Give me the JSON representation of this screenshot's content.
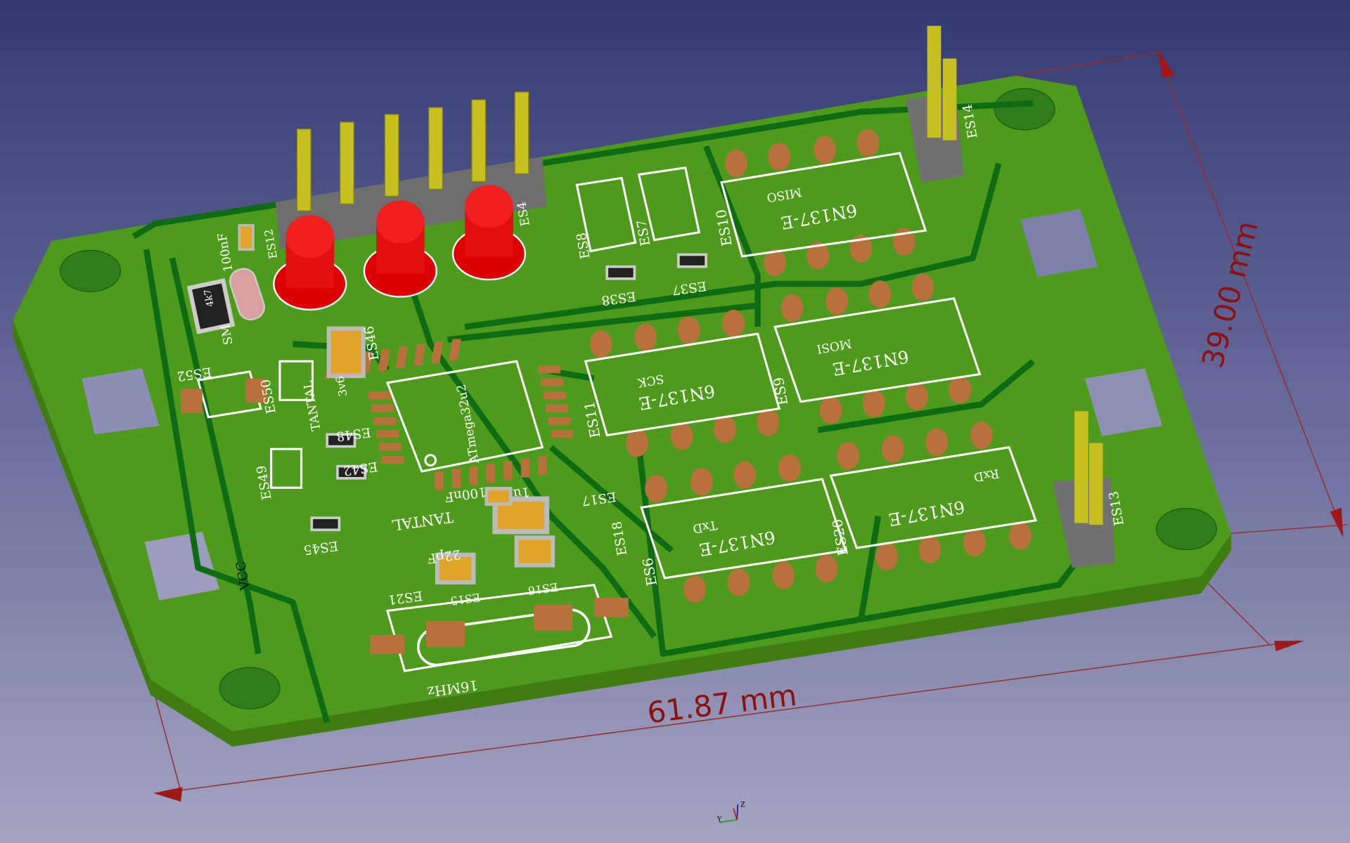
{
  "viewport": {
    "background_top": "#343a72",
    "background_bottom": "#a4a4c2",
    "board_color": "#4e9a1c",
    "axis_labels": {
      "y": "Y",
      "z": "Z"
    }
  },
  "dimensions": {
    "width_label": "61.87 mm",
    "height_label": "39.00 mm",
    "color": "#8b1010"
  },
  "chip": {
    "label": "ATmega32u2"
  },
  "optocouplers": [
    {
      "part": "6N137-E",
      "signal": "MISO",
      "ref": "ES10"
    },
    {
      "part": "6N137-E",
      "signal": "MOSI",
      "ref": "ES9"
    },
    {
      "part": "6N137-E",
      "signal": "SCK",
      "ref": "ES11"
    },
    {
      "part": "6N137-E",
      "signal": "TxD",
      "ref": "ES6"
    },
    {
      "part": "6N137-E",
      "signal": "RxD",
      "ref": "ES20"
    }
  ],
  "labels": {
    "es8": "ES8",
    "es7": "ES7",
    "es38": "ES38",
    "es37": "ES37",
    "es52": "ES52",
    "es50": "ES50",
    "es46": "ES46",
    "es48": "ES48",
    "es42": "ES42",
    "es49": "ES49",
    "es45": "ES45",
    "es17": "ES17",
    "es18": "ES18",
    "es14": "ES14",
    "es13": "ES13",
    "es21": "ES21",
    "es15": "ES15",
    "es16": "ES16",
    "es4": "ES4",
    "es12": "ES12",
    "cap100nf_top": "100nF",
    "sm": "SM",
    "r4k7": "4k7",
    "vcc": "VCC",
    "crystal": "16MHz",
    "cap22pf": "22pF",
    "tantal": "TANTAL",
    "cap100nf": "100nF",
    "cap1u": "1u",
    "v3v6": "3v6",
    "tantal2": "TANTAL"
  }
}
